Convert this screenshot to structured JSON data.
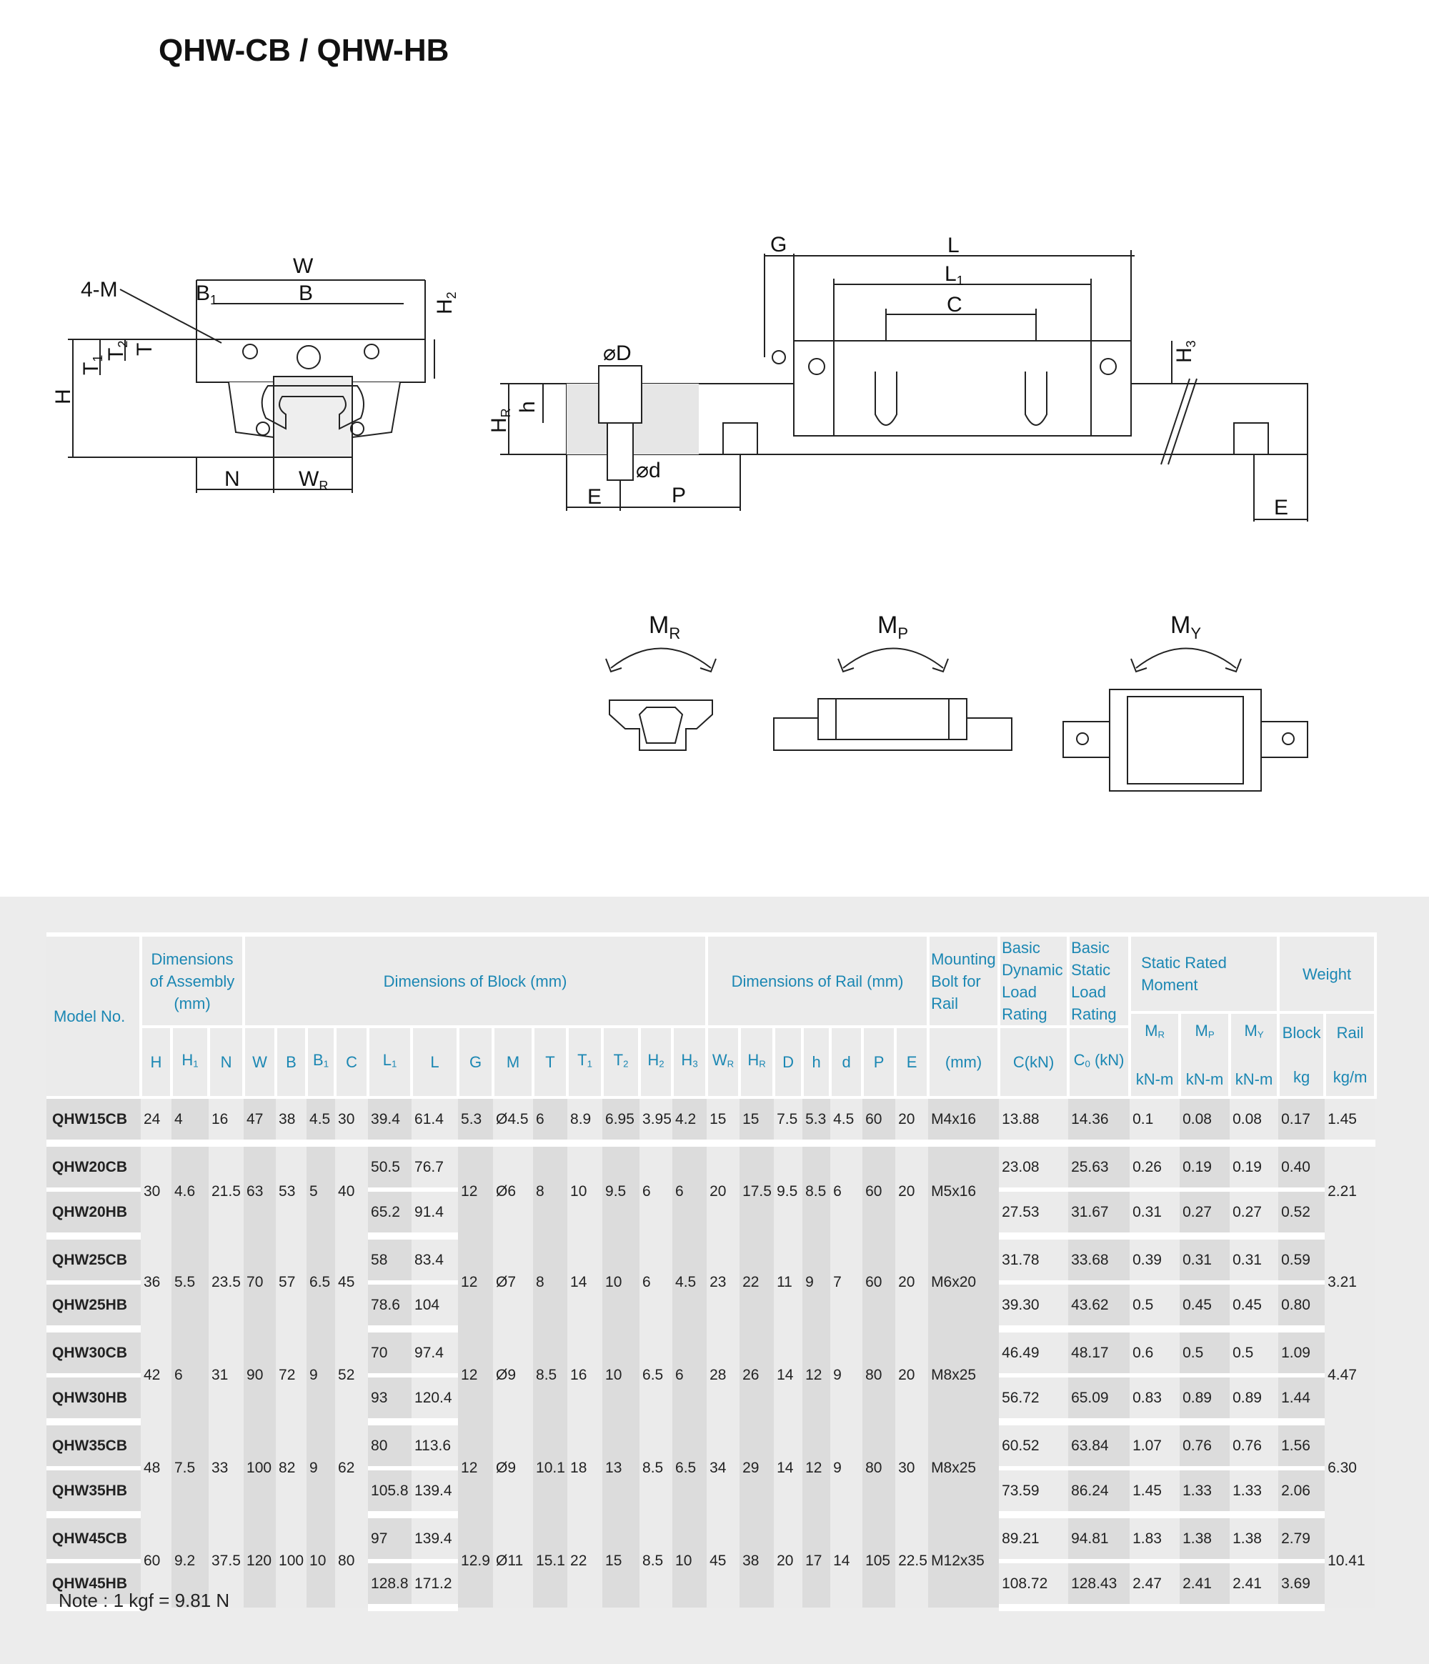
{
  "title": "QHW-CB / QHW-HB",
  "drawing_labels": {
    "front": {
      "W": "W",
      "four_m": "4-M",
      "B1": "B",
      "B1_sub": "1",
      "B": "B",
      "H2": "H",
      "H2_sub": "2",
      "T1": "T",
      "T1_sub": "1",
      "T2": "T",
      "T2_sub": "2",
      "T": "T",
      "H": "H",
      "N": "N",
      "WR": "W",
      "WR_sub": "R"
    },
    "side": {
      "D": "⌀D",
      "h": "h",
      "HR": "H",
      "HR_sub": "R",
      "d": "⌀d",
      "E": "E",
      "P": "P",
      "G": "G",
      "L": "L",
      "L1": "L",
      "L1_sub": "1",
      "C": "C",
      "H3": "H",
      "H3_sub": "3",
      "E_right": "E"
    },
    "moments": {
      "MR": "M",
      "MR_sub": "R",
      "MP": "M",
      "MP_sub": "P",
      "MY": "M",
      "MY_sub": "Y"
    }
  },
  "table": {
    "headers": {
      "model": "Model No.",
      "assembly": "Dimensions of Assembly (mm)",
      "block": "Dimensions of Block (mm)",
      "rail": "Dimensions of Rail (mm)",
      "bolt": "Mounting Bolt for Rail",
      "dynamic": "Basic Dynamic Load Rating",
      "static": "Basic Static Load Rating",
      "moment": "Static Rated Moment",
      "weight": "Weight",
      "sub": {
        "H": "H",
        "H1": "H",
        "H1_s": "1",
        "N": "N",
        "W": "W",
        "B": "B",
        "B1": "B",
        "B1_s": "1",
        "C": "C",
        "L1": "L",
        "L1_s": "1",
        "L": "L",
        "G": "G",
        "M": "M",
        "T": "T",
        "T1": "T",
        "T1_s": "1",
        "T2": "T",
        "T2_s": "2",
        "H2": "H",
        "H2_s": "2",
        "H3": "H",
        "H3_s": "3",
        "WR": "W",
        "WR_s": "R",
        "HR": "H",
        "HR_s": "R",
        "D": "D",
        "h": "h",
        "d": "d",
        "P": "P",
        "E": "E",
        "bolt_unit": "(mm)",
        "C_unit": "C(kN)",
        "C0": "C",
        "C0_s": "0",
        "C0_unit": " (kN)",
        "MR": "M",
        "MR_s": "R",
        "MP": "M",
        "MP_s": "P",
        "MY": "M",
        "MY_s": "Y",
        "moment_unit": "kN-m",
        "block_w": "Block",
        "block_unit": "kg",
        "rail_w": "Rail",
        "rail_unit": "kg/m"
      }
    },
    "groups": [
      {
        "shared": {
          "H": "24",
          "H1": "4",
          "N": "16",
          "W": "47",
          "B": "38",
          "B1": "4.5",
          "C": "30",
          "G": "5.3",
          "M": "Ø4.5",
          "T": "6",
          "T1": "8.9",
          "T2": "6.95",
          "H2": "3.95",
          "H3": "4.2",
          "WR": "15",
          "HR": "15",
          "D": "7.5",
          "h": "5.3",
          "d": "4.5",
          "P": "60",
          "E": "20",
          "bolt": "M4x16",
          "rail_kg": "1.45"
        },
        "variants": [
          {
            "model": "QHW15CB",
            "L1": "39.4",
            "L": "61.4",
            "C": "13.88",
            "C0": "14.36",
            "MR": "0.1",
            "MP": "0.08",
            "MY": "0.08",
            "block_kg": "0.17"
          }
        ]
      },
      {
        "shared": {
          "H": "30",
          "H1": "4.6",
          "N": "21.5",
          "W": "63",
          "B": "53",
          "B1": "5",
          "C": "40",
          "G": "12",
          "M": "Ø6",
          "T": "8",
          "T1": "10",
          "T2": "9.5",
          "H2": "6",
          "H3": "6",
          "WR": "20",
          "HR": "17.5",
          "D": "9.5",
          "h": "8.5",
          "d": "6",
          "P": "60",
          "E": "20",
          "bolt": "M5x16",
          "rail_kg": "2.21"
        },
        "variants": [
          {
            "model": "QHW20CB",
            "L1": "50.5",
            "L": "76.7",
            "C": "23.08",
            "C0": "25.63",
            "MR": "0.26",
            "MP": "0.19",
            "MY": "0.19",
            "block_kg": "0.40"
          },
          {
            "model": "QHW20HB",
            "L1": "65.2",
            "L": "91.4",
            "C": "27.53",
            "C0": "31.67",
            "MR": "0.31",
            "MP": "0.27",
            "MY": "0.27",
            "block_kg": "0.52"
          }
        ]
      },
      {
        "shared": {
          "H": "36",
          "H1": "5.5",
          "N": "23.5",
          "W": "70",
          "B": "57",
          "B1": "6.5",
          "C": "45",
          "G": "12",
          "M": "Ø7",
          "T": "8",
          "T1": "14",
          "T2": "10",
          "H2": "6",
          "H3": "4.5",
          "WR": "23",
          "HR": "22",
          "D": "11",
          "h": "9",
          "d": "7",
          "P": "60",
          "E": "20",
          "bolt": "M6x20",
          "rail_kg": "3.21"
        },
        "variants": [
          {
            "model": "QHW25CB",
            "L1": "58",
            "L": "83.4",
            "C": "31.78",
            "C0": "33.68",
            "MR": "0.39",
            "MP": "0.31",
            "MY": "0.31",
            "block_kg": "0.59"
          },
          {
            "model": "QHW25HB",
            "L1": "78.6",
            "L": "104",
            "C": "39.30",
            "C0": "43.62",
            "MR": "0.5",
            "MP": "0.45",
            "MY": "0.45",
            "block_kg": "0.80"
          }
        ]
      },
      {
        "shared": {
          "H": "42",
          "H1": "6",
          "N": "31",
          "W": "90",
          "B": "72",
          "B1": "9",
          "C": "52",
          "G": "12",
          "M": "Ø9",
          "T": "8.5",
          "T1": "16",
          "T2": "10",
          "H2": "6.5",
          "H3": "6",
          "WR": "28",
          "HR": "26",
          "D": "14",
          "h": "12",
          "d": "9",
          "P": "80",
          "E": "20",
          "bolt": "M8x25",
          "rail_kg": "4.47"
        },
        "variants": [
          {
            "model": "QHW30CB",
            "L1": "70",
            "L": "97.4",
            "C": "46.49",
            "C0": "48.17",
            "MR": "0.6",
            "MP": "0.5",
            "MY": "0.5",
            "block_kg": "1.09"
          },
          {
            "model": "QHW30HB",
            "L1": "93",
            "L": "120.4",
            "C": "56.72",
            "C0": "65.09",
            "MR": "0.83",
            "MP": "0.89",
            "MY": "0.89",
            "block_kg": "1.44"
          }
        ]
      },
      {
        "shared": {
          "H": "48",
          "H1": "7.5",
          "N": "33",
          "W": "100",
          "B": "82",
          "B1": "9",
          "C": "62",
          "G": "12",
          "M": "Ø9",
          "T": "10.1",
          "T1": "18",
          "T2": "13",
          "H2": "8.5",
          "H3": "6.5",
          "WR": "34",
          "HR": "29",
          "D": "14",
          "h": "12",
          "d": "9",
          "P": "80",
          "E": "30",
          "bolt": "M8x25",
          "rail_kg": "6.30"
        },
        "variants": [
          {
            "model": "QHW35CB",
            "L1": "80",
            "L": "113.6",
            "C": "60.52",
            "C0": "63.84",
            "MR": "1.07",
            "MP": "0.76",
            "MY": "0.76",
            "block_kg": "1.56"
          },
          {
            "model": "QHW35HB",
            "L1": "105.8",
            "L": "139.4",
            "C": "73.59",
            "C0": "86.24",
            "MR": "1.45",
            "MP": "1.33",
            "MY": "1.33",
            "block_kg": "2.06"
          }
        ]
      },
      {
        "shared": {
          "H": "60",
          "H1": "9.2",
          "N": "37.5",
          "W": "120",
          "B": "100",
          "B1": "10",
          "C": "80",
          "G": "12.9",
          "M": "Ø11",
          "T": "15.1",
          "T1": "22",
          "T2": "15",
          "H2": "8.5",
          "H3": "10",
          "WR": "45",
          "HR": "38",
          "D": "20",
          "h": "17",
          "d": "14",
          "P": "105",
          "E": "22.5",
          "bolt": "M12x35",
          "rail_kg": "10.41"
        },
        "variants": [
          {
            "model": "QHW45CB",
            "L1": "97",
            "L": "139.4",
            "C": "89.21",
            "C0": "94.81",
            "MR": "1.83",
            "MP": "1.38",
            "MY": "1.38",
            "block_kg": "2.79"
          },
          {
            "model": "QHW45HB",
            "L1": "128.8",
            "L": "171.2",
            "C": "108.72",
            "C0": "128.43",
            "MR": "2.47",
            "MP": "2.41",
            "MY": "2.41",
            "block_kg": "3.69"
          }
        ]
      }
    ]
  },
  "note": "Note : 1 kgf = 9.81 N"
}
